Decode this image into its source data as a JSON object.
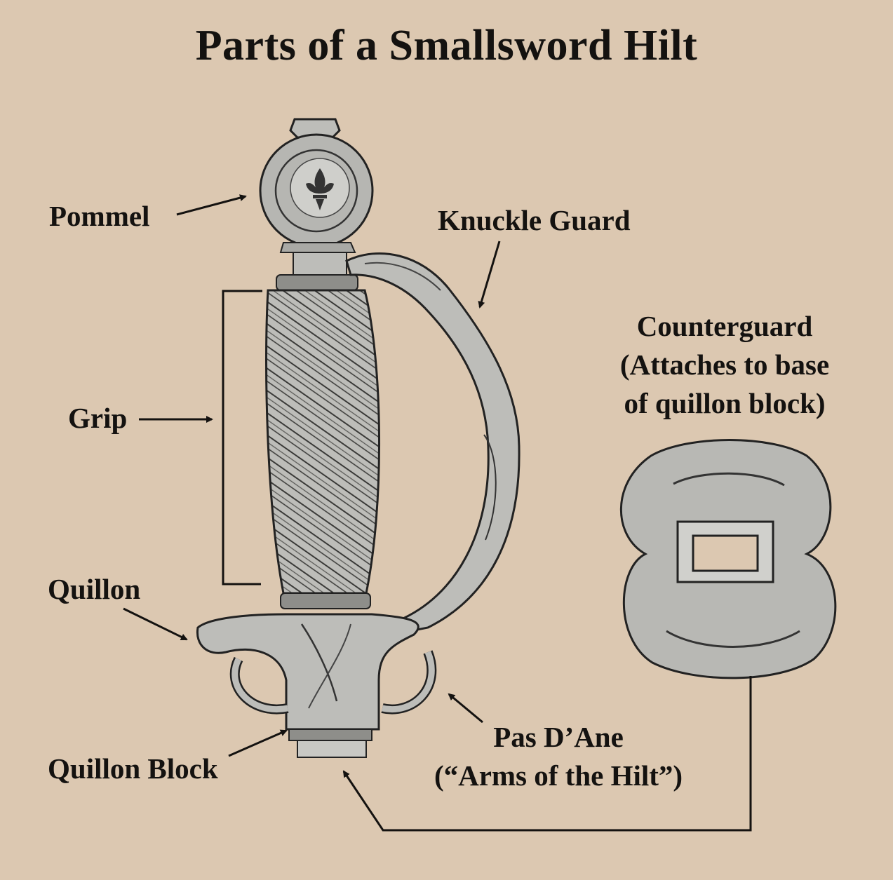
{
  "title": "Parts of a Smallsword Hilt",
  "labels": {
    "pommel": "Pommel",
    "knuckle_guard": "Knuckle Guard",
    "grip": "Grip",
    "counterguard": {
      "line1": "Counterguard",
      "line2": "(Attaches to base",
      "line3": "of quillon block)"
    },
    "quillon": "Quillon",
    "pas_dane": {
      "line1": "Pas D’Ane",
      "line2": "(“Arms of the Hilt”)"
    },
    "quillon_block": "Quillon Block"
  },
  "colors": {
    "background": "#dcc8b1",
    "metal": "#bdbdb9",
    "ink": "#141210"
  }
}
